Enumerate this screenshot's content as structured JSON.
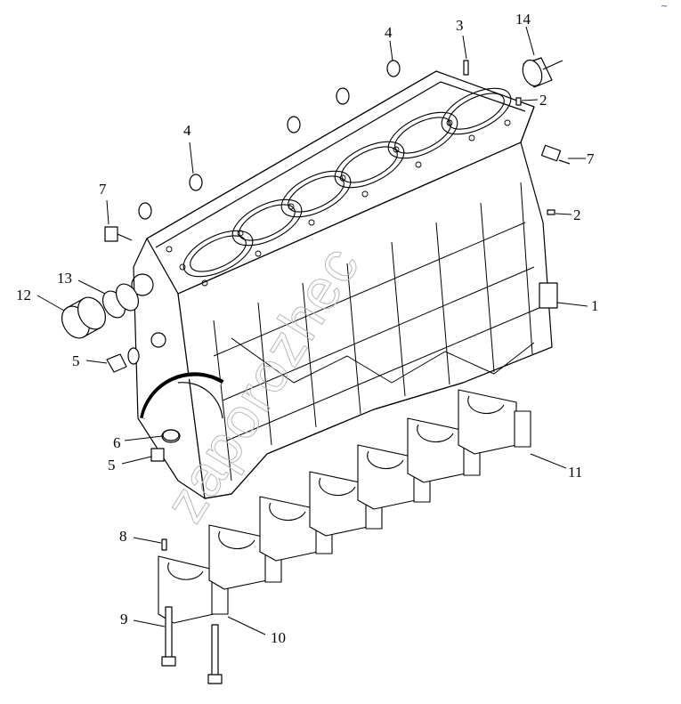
{
  "watermark": "zaporozhec",
  "corner_mark": "~",
  "callouts": [
    {
      "id": "c1",
      "label": "1"
    },
    {
      "id": "c2a",
      "label": "2"
    },
    {
      "id": "c2b",
      "label": "2"
    },
    {
      "id": "c3",
      "label": "3"
    },
    {
      "id": "c4a",
      "label": "4"
    },
    {
      "id": "c4b",
      "label": "4"
    },
    {
      "id": "c5a",
      "label": "5"
    },
    {
      "id": "c5b",
      "label": "5"
    },
    {
      "id": "c6",
      "label": "6"
    },
    {
      "id": "c7a",
      "label": "7"
    },
    {
      "id": "c7b",
      "label": "7"
    },
    {
      "id": "c8",
      "label": "8"
    },
    {
      "id": "c9",
      "label": "9"
    },
    {
      "id": "c10",
      "label": "10"
    },
    {
      "id": "c11",
      "label": "11"
    },
    {
      "id": "c12",
      "label": "12"
    },
    {
      "id": "c13",
      "label": "13"
    },
    {
      "id": "c14",
      "label": "14"
    }
  ]
}
